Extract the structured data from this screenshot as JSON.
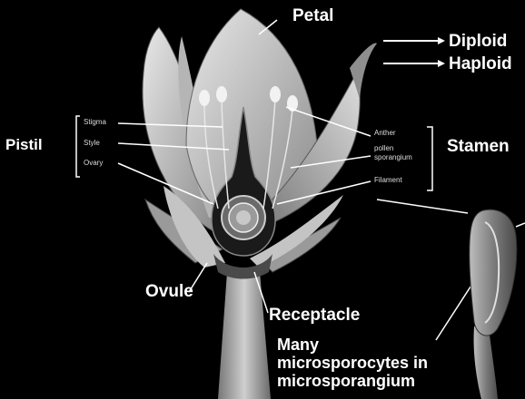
{
  "labels": {
    "petal": "Petal",
    "pistil": "Pistil",
    "stamen": "Stamen",
    "ovule": "Ovule",
    "receptacle": "Receptacle",
    "stigma": "Stigma",
    "style": "Style",
    "ovary": "Ovary",
    "anther": "Anther",
    "anther_sporangium_1": "pollen",
    "anther_sporangium_2": "sporangium",
    "filament": "Filament"
  },
  "legend": {
    "diploid": "Diploid",
    "haploid": "Haploid"
  },
  "caption": {
    "line1": "Many",
    "line2": "microsporocytes in",
    "line3": "microsporangium"
  },
  "colors": {
    "background": "#000000",
    "tissue_light": "#d8d8d8",
    "tissue_mid": "#a0a0a0",
    "tissue_dark": "#555555"
  }
}
